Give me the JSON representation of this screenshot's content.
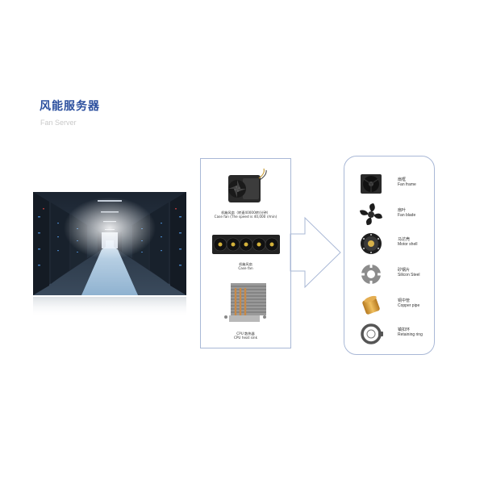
{
  "header": {
    "title_cn": "风能服务器",
    "title_en": "Fan Server"
  },
  "left_panel": {
    "items": [
      {
        "caption_cn": "机箱风扇（转速40000转/分钟）",
        "caption_en": "Case fan (The speed is 40,000 r/min)"
      },
      {
        "caption_cn": "机箱风扇",
        "caption_en": "Case fan"
      },
      {
        "caption_cn": "CPU 散热器",
        "caption_en": "CPU heat sink"
      }
    ]
  },
  "right_panel": {
    "parts": [
      {
        "label_cn": "扇框",
        "label_en": "Fan frame",
        "icon": "fan-frame-icon"
      },
      {
        "label_cn": "扇叶",
        "label_en": "Fan blade",
        "icon": "fan-blade-icon"
      },
      {
        "label_cn": "马达壳",
        "label_en": "Motor shell",
        "icon": "motor-shell-icon"
      },
      {
        "label_cn": "矽钢片",
        "label_en": "Silicon Steel",
        "icon": "silicon-steel-icon"
      },
      {
        "label_cn": "铜中管",
        "label_en": "Copper  pipe",
        "icon": "copper-pipe-icon"
      },
      {
        "label_cn": "镇扣环",
        "label_en": "Retaining ring",
        "icon": "retaining-ring-icon"
      }
    ]
  },
  "colors": {
    "title": "#2b4f9e",
    "panel_border": "#a9b8d6",
    "copper": "#d4a048"
  }
}
